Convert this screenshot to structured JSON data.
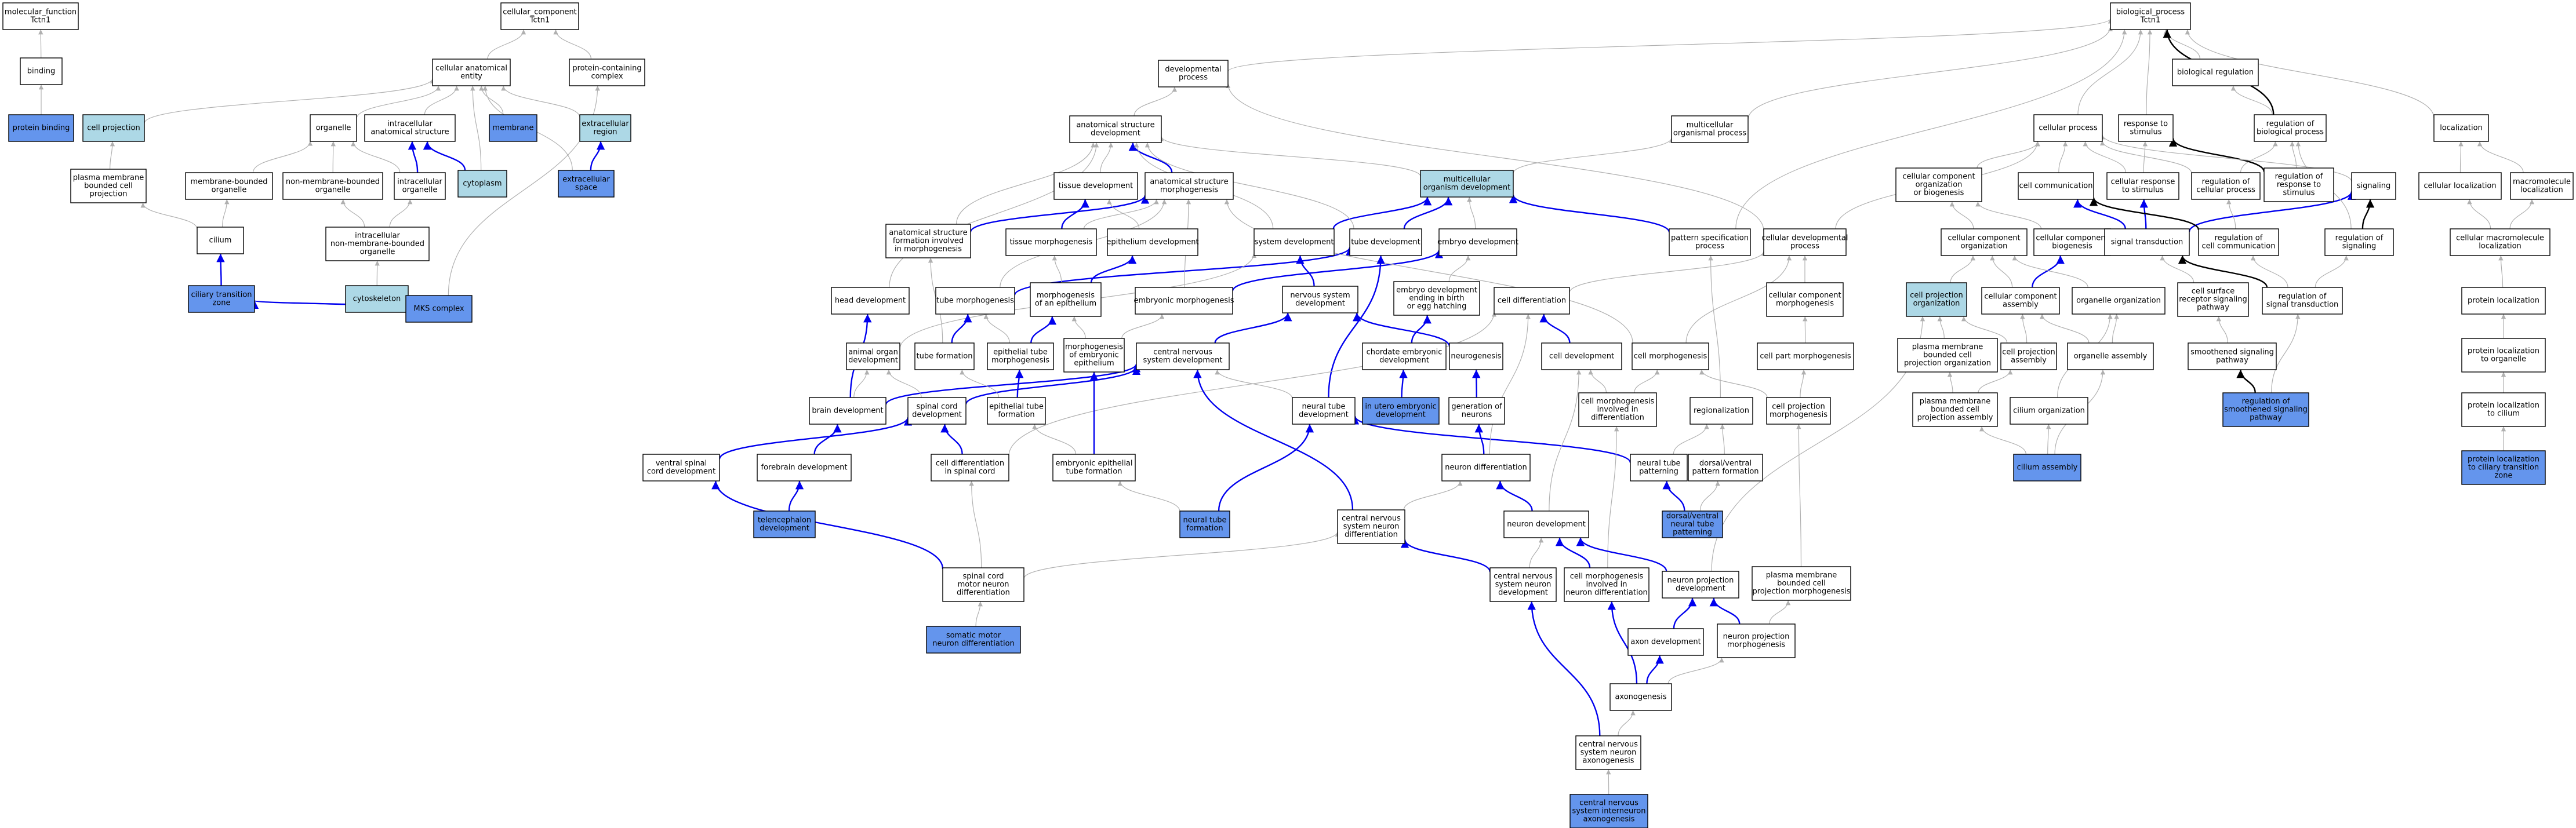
{
  "colors": {
    "plain": "#ffffff",
    "light": "#add8e6",
    "mid": "#6495ed",
    "edge_gray": "#b0b0b0",
    "edge_blue": "#0000ee",
    "edge_black": "#000000"
  },
  "nodes": [
    {
      "id": "mf",
      "label": [
        "molecular_function",
        "Tctn1"
      ],
      "style": "plain"
    },
    {
      "id": "binding",
      "label": [
        "binding"
      ],
      "style": "plain"
    },
    {
      "id": "protbind",
      "label": [
        "protein binding"
      ],
      "style": "mid"
    },
    {
      "id": "cc",
      "label": [
        "cellular_component",
        "Tctn1"
      ],
      "style": "plain"
    },
    {
      "id": "cae",
      "label": [
        "cellular anatomical",
        "entity"
      ],
      "style": "plain"
    },
    {
      "id": "pcc",
      "label": [
        "protein-containing",
        "complex"
      ],
      "style": "plain"
    },
    {
      "id": "cellproj",
      "label": [
        "cell projection"
      ],
      "style": "light"
    },
    {
      "id": "organelle",
      "label": [
        "organelle"
      ],
      "style": "plain"
    },
    {
      "id": "ias",
      "label": [
        "intracellular",
        "anatomical structure"
      ],
      "style": "plain"
    },
    {
      "id": "membrane",
      "label": [
        "membrane"
      ],
      "style": "mid"
    },
    {
      "id": "ecr",
      "label": [
        "extracellular",
        "region"
      ],
      "style": "light"
    },
    {
      "id": "pmbcp",
      "label": [
        "plasma membrane",
        "bounded cell",
        "projection"
      ],
      "style": "plain"
    },
    {
      "id": "mbo",
      "label": [
        "membrane-bounded",
        "organelle"
      ],
      "style": "plain"
    },
    {
      "id": "nmbo",
      "label": [
        "non-membrane-bounded",
        "organelle"
      ],
      "style": "plain"
    },
    {
      "id": "icorg",
      "label": [
        "intracellular",
        "organelle"
      ],
      "style": "plain"
    },
    {
      "id": "cytoplasm",
      "label": [
        "cytoplasm"
      ],
      "style": "light"
    },
    {
      "id": "ecs",
      "label": [
        "extracellular",
        "space"
      ],
      "style": "mid"
    },
    {
      "id": "cilium",
      "label": [
        "cilium"
      ],
      "style": "plain"
    },
    {
      "id": "inmbo",
      "label": [
        "intracellular",
        "non-membrane-bounded",
        "organelle"
      ],
      "style": "plain"
    },
    {
      "id": "ctz",
      "label": [
        "ciliary transition",
        "zone"
      ],
      "style": "mid"
    },
    {
      "id": "cytoskel",
      "label": [
        "cytoskeleton"
      ],
      "style": "light"
    },
    {
      "id": "mks",
      "label": [
        "MKS complex"
      ],
      "style": "mid"
    },
    {
      "id": "devproc",
      "label": [
        "developmental",
        "process"
      ],
      "style": "plain"
    },
    {
      "id": "asd",
      "label": [
        "anatomical structure",
        "development"
      ],
      "style": "plain"
    },
    {
      "id": "mop",
      "label": [
        "multicellular",
        "organismal process"
      ],
      "style": "plain"
    },
    {
      "id": "tissuedev",
      "label": [
        "tissue development"
      ],
      "style": "plain"
    },
    {
      "id": "asm",
      "label": [
        "anatomical structure",
        "morphogenesis"
      ],
      "style": "plain"
    },
    {
      "id": "mod",
      "label": [
        "multicellular",
        "organism development"
      ],
      "style": "light"
    },
    {
      "id": "asfm",
      "label": [
        "anatomical structure",
        "formation involved",
        "in morphogenesis"
      ],
      "style": "plain"
    },
    {
      "id": "tissuemorph",
      "label": [
        "tissue morphogenesis"
      ],
      "style": "plain"
    },
    {
      "id": "epidev",
      "label": [
        "epithelium development"
      ],
      "style": "plain"
    },
    {
      "id": "sysdev",
      "label": [
        "system development"
      ],
      "style": "plain"
    },
    {
      "id": "tubedev",
      "label": [
        "tube development"
      ],
      "style": "plain"
    },
    {
      "id": "embdev",
      "label": [
        "embryo development"
      ],
      "style": "plain"
    },
    {
      "id": "psp",
      "label": [
        "pattern specification",
        "process"
      ],
      "style": "plain"
    },
    {
      "id": "celldevproc",
      "label": [
        "cellular developmental",
        "process"
      ],
      "style": "plain"
    },
    {
      "id": "headdev",
      "label": [
        "head development"
      ],
      "style": "plain"
    },
    {
      "id": "tubemorph",
      "label": [
        "tube morphogenesis"
      ],
      "style": "plain"
    },
    {
      "id": "morphepi",
      "label": [
        "morphogenesis",
        "of an epithelium"
      ],
      "style": "plain"
    },
    {
      "id": "embmorph",
      "label": [
        "embryonic morphogenesis"
      ],
      "style": "plain"
    },
    {
      "id": "nsdev",
      "label": [
        "nervous system",
        "development"
      ],
      "style": "plain"
    },
    {
      "id": "edeb",
      "label": [
        "embryo development",
        "ending in birth",
        "or egg hatching"
      ],
      "style": "plain"
    },
    {
      "id": "celldiff",
      "label": [
        "cell differentiation"
      ],
      "style": "plain"
    },
    {
      "id": "ccmorph",
      "label": [
        "cellular component",
        "morphogenesis"
      ],
      "style": "plain"
    },
    {
      "id": "aod",
      "label": [
        "animal organ",
        "development"
      ],
      "style": "plain"
    },
    {
      "id": "tubeform",
      "label": [
        "tube formation"
      ],
      "style": "plain"
    },
    {
      "id": "etm",
      "label": [
        "epithelial tube",
        "morphogenesis"
      ],
      "style": "plain"
    },
    {
      "id": "moee",
      "label": [
        "morphogenesis",
        "of embryonic",
        "epithelium"
      ],
      "style": "plain"
    },
    {
      "id": "cnsdev",
      "label": [
        "central nervous",
        "system development"
      ],
      "style": "plain"
    },
    {
      "id": "ced",
      "label": [
        "chordate embryonic",
        "development"
      ],
      "style": "plain"
    },
    {
      "id": "neurogen",
      "label": [
        "neurogenesis"
      ],
      "style": "plain"
    },
    {
      "id": "celldev",
      "label": [
        "cell development"
      ],
      "style": "plain"
    },
    {
      "id": "cellmorph",
      "label": [
        "cell morphogenesis"
      ],
      "style": "plain"
    },
    {
      "id": "cpmorph",
      "label": [
        "cell part morphogenesis"
      ],
      "style": "plain"
    },
    {
      "id": "braindev",
      "label": [
        "brain development"
      ],
      "style": "plain"
    },
    {
      "id": "scdev",
      "label": [
        "spinal cord",
        "development"
      ],
      "style": "plain"
    },
    {
      "id": "etf",
      "label": [
        "epithelial tube",
        "formation"
      ],
      "style": "plain"
    },
    {
      "id": "ntdev",
      "label": [
        "neural tube",
        "development"
      ],
      "style": "plain"
    },
    {
      "id": "iued",
      "label": [
        "in utero embryonic",
        "development"
      ],
      "style": "mid"
    },
    {
      "id": "genneur",
      "label": [
        "generation of",
        "neurons"
      ],
      "style": "plain"
    },
    {
      "id": "cmind",
      "label": [
        "cell morphogenesis",
        "involved in",
        "differentiation"
      ],
      "style": "plain"
    },
    {
      "id": "regionalization",
      "label": [
        "regionalization"
      ],
      "style": "plain"
    },
    {
      "id": "cpm",
      "label": [
        "cell projection",
        "morphogenesis"
      ],
      "style": "plain"
    },
    {
      "id": "vscd",
      "label": [
        "ventral spinal",
        "cord development"
      ],
      "style": "plain"
    },
    {
      "id": "fbdev",
      "label": [
        "forebrain development"
      ],
      "style": "plain"
    },
    {
      "id": "cdsc",
      "label": [
        "cell differentiation",
        "in spinal cord"
      ],
      "style": "plain"
    },
    {
      "id": "eetf",
      "label": [
        "embryonic epithelial",
        "tube formation"
      ],
      "style": "plain"
    },
    {
      "id": "ntp",
      "label": [
        "neural tube",
        "patterning"
      ],
      "style": "plain"
    },
    {
      "id": "dvpf",
      "label": [
        "dorsal/ventral",
        "pattern formation"
      ],
      "style": "plain"
    },
    {
      "id": "neurdiff",
      "label": [
        "neuron differentiation"
      ],
      "style": "plain"
    },
    {
      "id": "teldev",
      "label": [
        "telencephalon",
        "development"
      ],
      "style": "mid"
    },
    {
      "id": "ntf",
      "label": [
        "neural tube",
        "formation"
      ],
      "style": "mid"
    },
    {
      "id": "cnsnd",
      "label": [
        "central nervous",
        "system neuron",
        "differentiation"
      ],
      "style": "plain"
    },
    {
      "id": "dvntp",
      "label": [
        "dorsal/ventral",
        "neural tube",
        "patterning"
      ],
      "style": "mid"
    },
    {
      "id": "neurdev",
      "label": [
        "neuron development"
      ],
      "style": "plain"
    },
    {
      "id": "scmnd",
      "label": [
        "spinal cord",
        "motor neuron",
        "differentiation"
      ],
      "style": "plain"
    },
    {
      "id": "cnsneurdev",
      "label": [
        "central nervous",
        "system neuron",
        "development"
      ],
      "style": "plain"
    },
    {
      "id": "cmind2",
      "label": [
        "cell morphogenesis",
        "involved in",
        "neuron differentiation"
      ],
      "style": "plain"
    },
    {
      "id": "npd",
      "label": [
        "neuron projection",
        "development"
      ],
      "style": "plain"
    },
    {
      "id": "pmbcpm",
      "label": [
        "plasma membrane",
        "bounded cell",
        "projection morphogenesis"
      ],
      "style": "plain"
    },
    {
      "id": "smnd",
      "label": [
        "somatic motor",
        "neuron differentiation"
      ],
      "style": "mid"
    },
    {
      "id": "axondev",
      "label": [
        "axon development"
      ],
      "style": "plain"
    },
    {
      "id": "npm",
      "label": [
        "neuron projection",
        "morphogenesis"
      ],
      "style": "plain"
    },
    {
      "id": "axonogen",
      "label": [
        "axonogenesis"
      ],
      "style": "plain"
    },
    {
      "id": "cnsna",
      "label": [
        "central nervous",
        "system neuron",
        "axonogenesis"
      ],
      "style": "plain"
    },
    {
      "id": "cnsia",
      "label": [
        "central nervous",
        "system interneuron",
        "axonogenesis"
      ],
      "style": "mid"
    },
    {
      "id": "bp",
      "label": [
        "biological_process",
        "Tctn1"
      ],
      "style": "plain"
    },
    {
      "id": "bioreg",
      "label": [
        "biological regulation"
      ],
      "style": "plain"
    },
    {
      "id": "cellproc",
      "label": [
        "cellular process"
      ],
      "style": "plain"
    },
    {
      "id": "rts",
      "label": [
        "response to",
        "stimulus"
      ],
      "style": "plain"
    },
    {
      "id": "rbp",
      "label": [
        "regulation of",
        "biological process"
      ],
      "style": "plain"
    },
    {
      "id": "localization",
      "label": [
        "localization"
      ],
      "style": "plain"
    },
    {
      "id": "ccob",
      "label": [
        "cellular component",
        "organization",
        "or biogenesis"
      ],
      "style": "plain"
    },
    {
      "id": "cellcomm",
      "label": [
        "cell communication"
      ],
      "style": "plain"
    },
    {
      "id": "crs",
      "label": [
        "cellular response",
        "to stimulus"
      ],
      "style": "plain"
    },
    {
      "id": "rcp",
      "label": [
        "regulation of",
        "cellular process"
      ],
      "style": "plain"
    },
    {
      "id": "rrs",
      "label": [
        "regulation of",
        "response to",
        "stimulus"
      ],
      "style": "plain"
    },
    {
      "id": "signaling",
      "label": [
        "signaling"
      ],
      "style": "plain"
    },
    {
      "id": "cellloc",
      "label": [
        "cellular localization"
      ],
      "style": "plain"
    },
    {
      "id": "macloc",
      "label": [
        "macromolecule",
        "localization"
      ],
      "style": "plain"
    },
    {
      "id": "cco",
      "label": [
        "cellular component",
        "organization"
      ],
      "style": "plain"
    },
    {
      "id": "ccb",
      "label": [
        "cellular component",
        "biogenesis"
      ],
      "style": "plain"
    },
    {
      "id": "sigtrans",
      "label": [
        "signal transduction"
      ],
      "style": "plain"
    },
    {
      "id": "rcc",
      "label": [
        "regulation of",
        "cell communication"
      ],
      "style": "plain"
    },
    {
      "id": "rsig",
      "label": [
        "regulation of",
        "signaling"
      ],
      "style": "plain"
    },
    {
      "id": "cml",
      "label": [
        "cellular macromolecule",
        "localization"
      ],
      "style": "plain"
    },
    {
      "id": "cpo",
      "label": [
        "cell projection",
        "organization"
      ],
      "style": "light"
    },
    {
      "id": "cca",
      "label": [
        "cellular component",
        "assembly"
      ],
      "style": "plain"
    },
    {
      "id": "orgorg",
      "label": [
        "organelle organization"
      ],
      "style": "plain"
    },
    {
      "id": "csrsp",
      "label": [
        "cell surface",
        "receptor signaling",
        "pathway"
      ],
      "style": "plain"
    },
    {
      "id": "rst",
      "label": [
        "regulation of",
        "signal transduction"
      ],
      "style": "plain"
    },
    {
      "id": "protloc",
      "label": [
        "protein localization"
      ],
      "style": "plain"
    },
    {
      "id": "pmbcpo",
      "label": [
        "plasma membrane",
        "bounded cell",
        "projection organization"
      ],
      "style": "plain"
    },
    {
      "id": "cpa",
      "label": [
        "cell projection",
        "assembly"
      ],
      "style": "plain"
    },
    {
      "id": "orgassembly",
      "label": [
        "organelle assembly"
      ],
      "style": "plain"
    },
    {
      "id": "ssp",
      "label": [
        "smoothened signaling",
        "pathway"
      ],
      "style": "plain"
    },
    {
      "id": "plorg",
      "label": [
        "protein localization",
        "to organelle"
      ],
      "style": "plain"
    },
    {
      "id": "pmbcpa",
      "label": [
        "plasma membrane",
        "bounded cell",
        "projection assembly"
      ],
      "style": "plain"
    },
    {
      "id": "ciliumorg",
      "label": [
        "cilium organization"
      ],
      "style": "plain"
    },
    {
      "id": "rssp",
      "label": [
        "regulation of",
        "smoothened signaling",
        "pathway"
      ],
      "style": "mid"
    },
    {
      "id": "plcilium",
      "label": [
        "protein localization",
        "to cilium"
      ],
      "style": "plain"
    },
    {
      "id": "ciliumassembly",
      "label": [
        "cilium assembly"
      ],
      "style": "mid"
    },
    {
      "id": "plctz",
      "label": [
        "protein localization",
        "to ciliary transition",
        "zone"
      ],
      "style": "mid"
    }
  ]
}
